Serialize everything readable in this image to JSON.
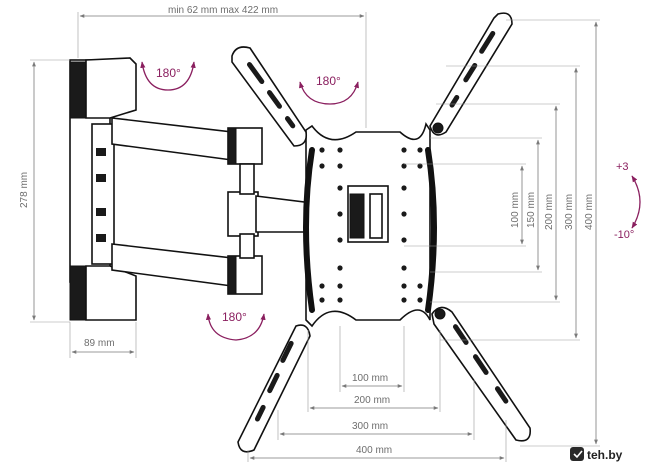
{
  "dimensions": {
    "arm_extension": "min 62 mm max 422 mm",
    "wall_plate_height": "278 mm",
    "wall_plate_depth": "89 mm",
    "horizontal": [
      "100 mm",
      "200 mm",
      "300 mm",
      "400 mm"
    ],
    "vertical": [
      "100 mm",
      "150 mm",
      "200 mm",
      "300 mm",
      "400 mm"
    ]
  },
  "rotation": {
    "wall_swivel": "180°",
    "plate_swivel": "180°",
    "lower_swivel": "180°"
  },
  "tilt": {
    "up": "+3",
    "down": "-10°"
  },
  "watermark": "teh.by",
  "colors": {
    "accent": "#8a1f5f",
    "dimension_line": "#7a7a7a",
    "outline": "#111111"
  }
}
